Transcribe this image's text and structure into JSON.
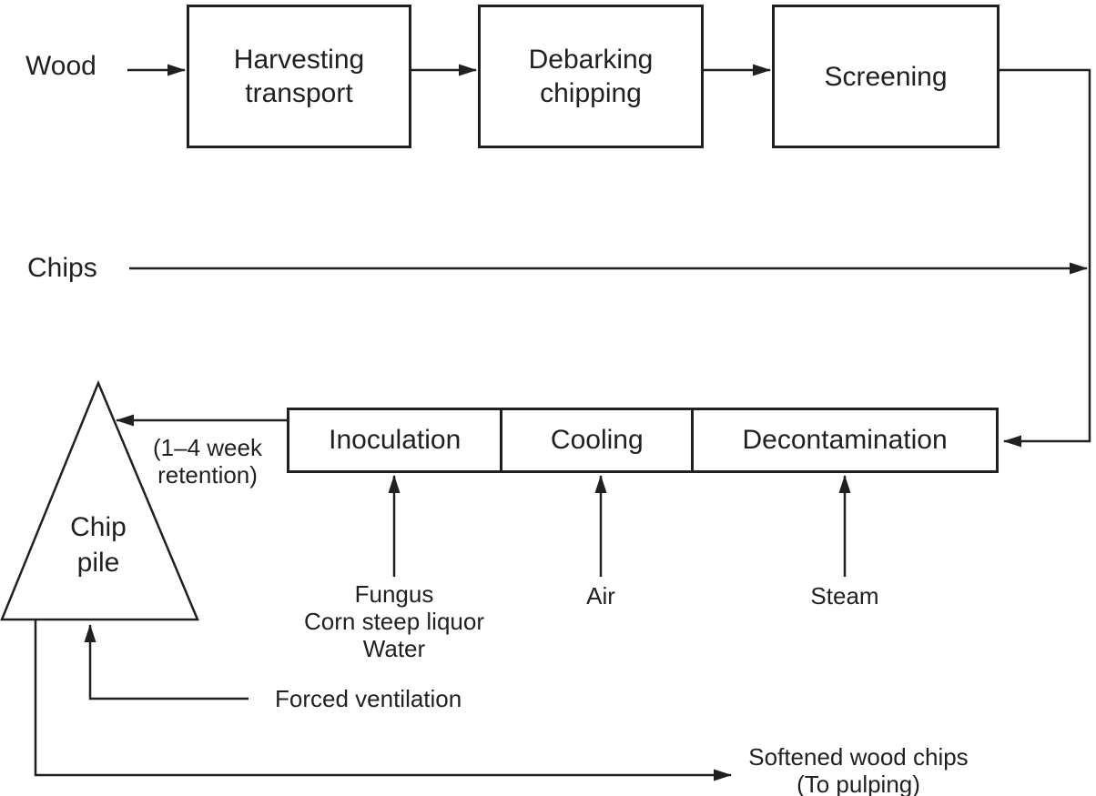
{
  "colors": {
    "ink": "#231f20",
    "background": "#ffffff"
  },
  "stream_labels": {
    "wood": "Wood",
    "chips": "Chips"
  },
  "nodes": {
    "harvesting": {
      "line1": "Harvesting",
      "line2": "transport"
    },
    "debarking": {
      "line1": "Debarking",
      "line2": "chipping"
    },
    "screening": {
      "label": "Screening"
    },
    "inoculation": {
      "label": "Inoculation"
    },
    "cooling": {
      "label": "Cooling"
    },
    "decontamination": {
      "label": "Decontamination"
    },
    "chip_pile": {
      "line1": "Chip",
      "line2": "pile"
    }
  },
  "notes": {
    "retention_line1": "(1–4 week",
    "retention_line2": "retention)",
    "forced_ventilation": "Forced ventilation",
    "output_line1": "Softened wood chips",
    "output_line2": "(To pulping)"
  },
  "inputs": {
    "inoculation_line1": "Fungus",
    "inoculation_line2": "Corn steep liquor",
    "inoculation_line3": "Water",
    "cooling": "Air",
    "decontamination": "Steam"
  }
}
